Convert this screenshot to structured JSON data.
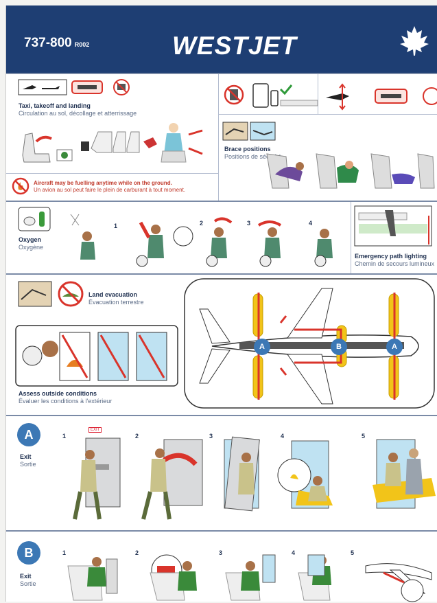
{
  "header": {
    "model": "737-800",
    "revision": "R002",
    "brand": "WESTJET"
  },
  "taxi": {
    "title": "Taxi, takeoff and landing",
    "title_fr": "Circulation au sol, décollage et atterrissage"
  },
  "fuel_warning": {
    "line1": "Aircraft may be fuelling anytime while on the ground.",
    "line2": "Un avion au sol peut faire le plein de carburant à tout moment."
  },
  "brace": {
    "title": "Brace positions",
    "title_fr": "Positions de sécurité"
  },
  "oxygen": {
    "title": "Oxygen",
    "title_fr": "Oxygène",
    "steps": [
      "1",
      "2",
      "3",
      "4"
    ]
  },
  "path_lighting": {
    "title": "Emergency path lighting",
    "title_fr": "Chemin de secours lumineux"
  },
  "land_evac": {
    "title": "Land evacuation",
    "title_fr": "Évacuation terrestre"
  },
  "assess": {
    "title": "Assess outside conditions",
    "title_fr": "Évaluer les conditions à l'extérieur"
  },
  "exit_markers": [
    "A",
    "B",
    "A"
  ],
  "exit_a": {
    "badge": "A",
    "title": "Exit",
    "title_fr": "Sortie",
    "steps": [
      "1",
      "2",
      "3",
      "4",
      "5"
    ],
    "sign": "EXIT"
  },
  "exit_b": {
    "badge": "B",
    "title": "Exit",
    "title_fr": "Sortie",
    "steps": [
      "1",
      "2",
      "3",
      "4",
      "5"
    ]
  },
  "colors": {
    "navy": "#1e3e73",
    "red": "#d9342b",
    "slide_yellow": "#f2c419",
    "badge_blue": "#3c78b5"
  }
}
